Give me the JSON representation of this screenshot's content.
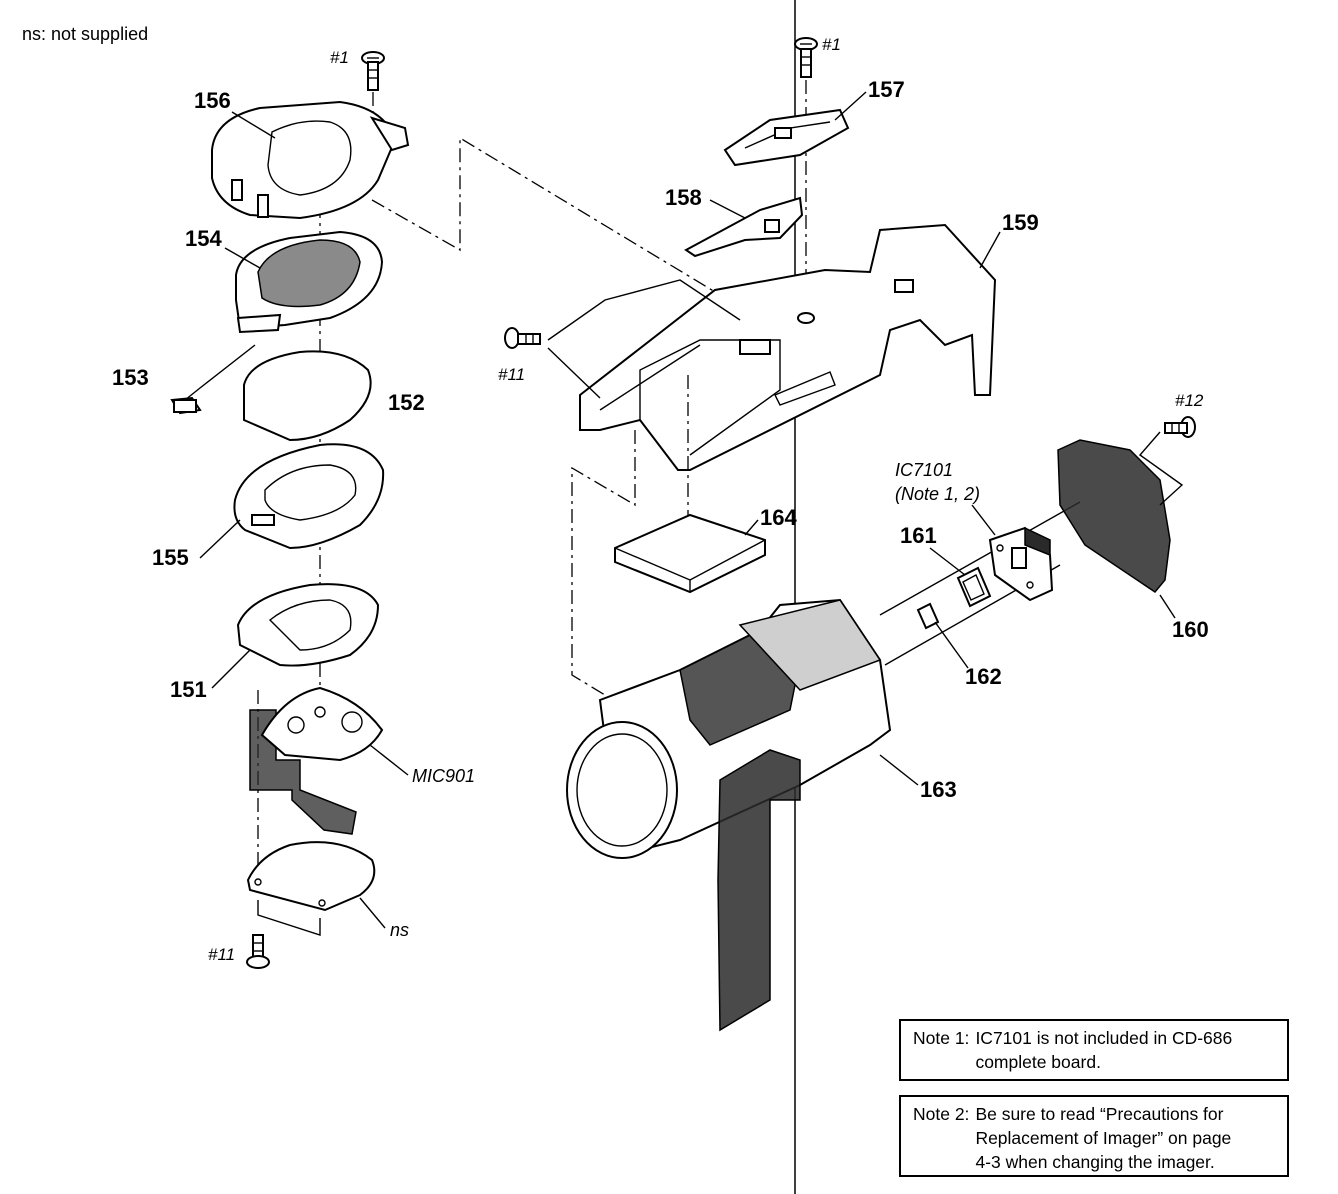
{
  "header": {
    "ns_legend": "ns: not supplied"
  },
  "parts": {
    "p151": "151",
    "p152": "152",
    "p153": "153",
    "p154": "154",
    "p155": "155",
    "p156": "156",
    "p157": "157",
    "p158": "158",
    "p159": "159",
    "p160": "160",
    "p161": "161",
    "p162": "162",
    "p163": "163",
    "p164": "164"
  },
  "refs": {
    "mic901": "MIC901",
    "ns": "ns",
    "ic7101": "IC7101",
    "ic7101_note": "(Note 1, 2)"
  },
  "screws": {
    "s1_left": "#1",
    "s1_right": "#1",
    "s11_left": "#11",
    "s11_bottom": "#11",
    "s12": "#12"
  },
  "notes": [
    {
      "key": "Note 1:",
      "text": "IC7101 is not included in CD-686\ncomplete board."
    },
    {
      "key": "Note 2:",
      "text": "Be sure to read “Precautions for\nReplacement of Imager” on page\n4-3 when changing the imager."
    }
  ]
}
